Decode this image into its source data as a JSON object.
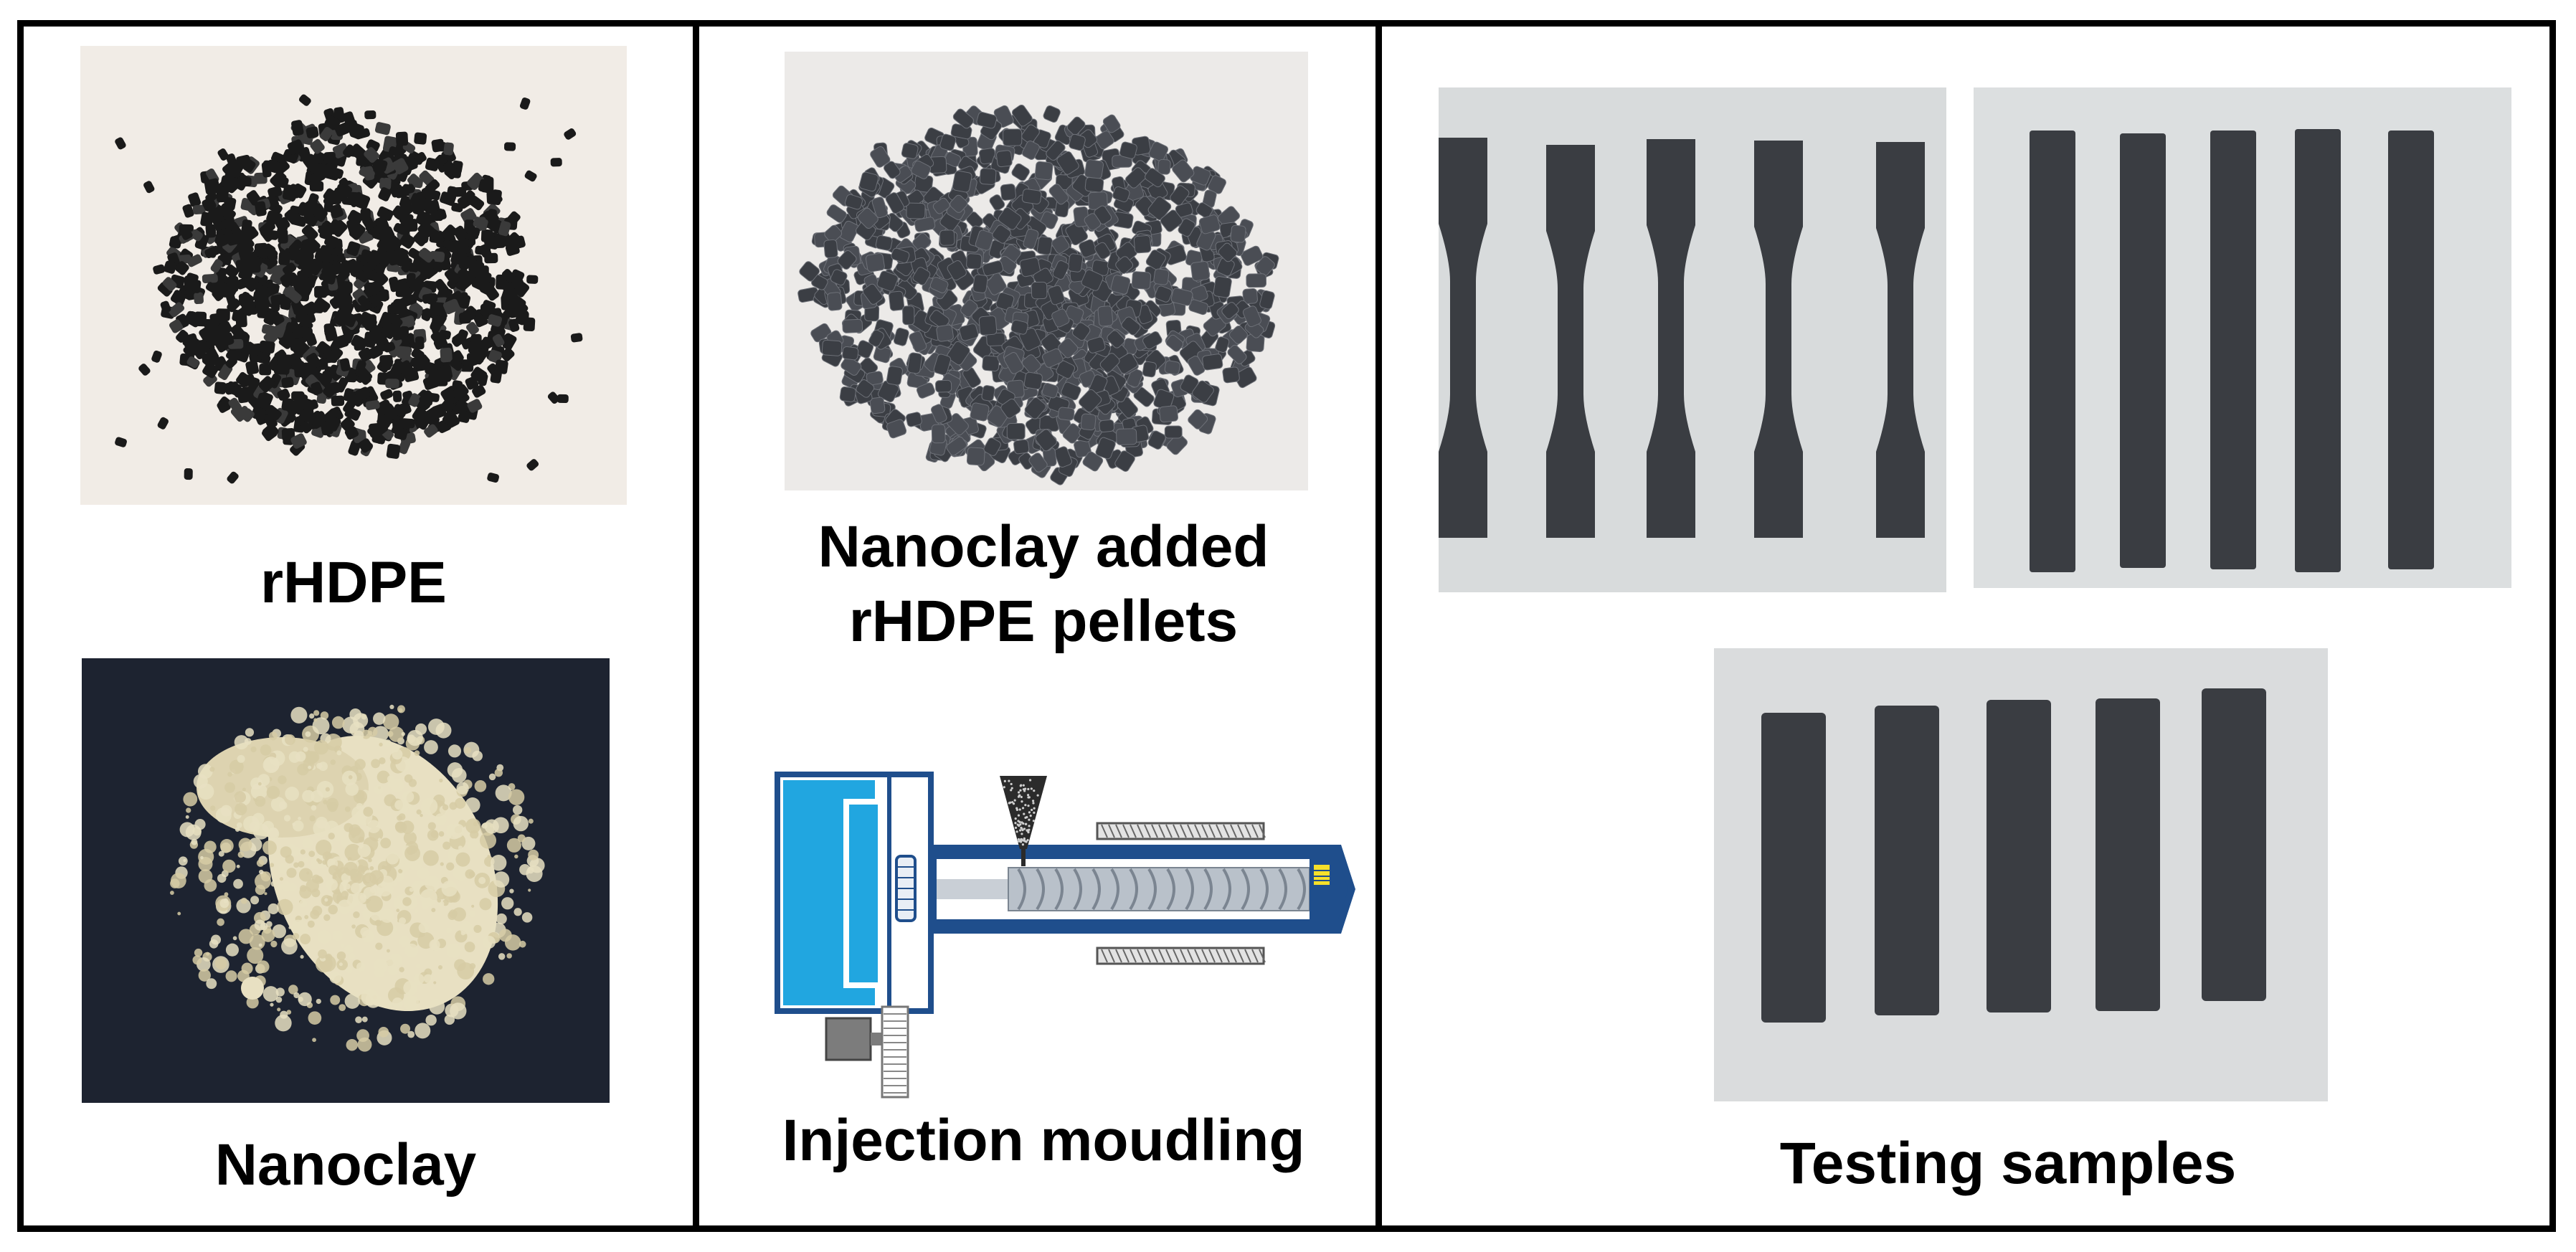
{
  "panels": {
    "left": {
      "top_label": "rHDPE",
      "bottom_label": "Nanoclay"
    },
    "middle": {
      "top_label_line1": "Nanoclay added",
      "top_label_line2": "rHDPE pellets",
      "bottom_label": "Injection moudling"
    },
    "right": {
      "label": "Testing samples"
    }
  },
  "colors": {
    "border": "#000000",
    "pellet": "#1a1a1a",
    "pellet_gray": "#3b3e44",
    "clay": "#e8e0c2",
    "clay_bg": "#1d2330",
    "machine_blue": "#1f4e8c",
    "machine_cyan": "#21a6e0",
    "sample": "#3a3d42",
    "sample_bg": "#d9dbdc"
  },
  "icons": {
    "rhdpe_photo": "black-pellet-pile",
    "nanoclay_photo": "clay-powder-pile",
    "blend_photo": "gray-pellet-pile",
    "machine": "injection-moulding-machine"
  }
}
